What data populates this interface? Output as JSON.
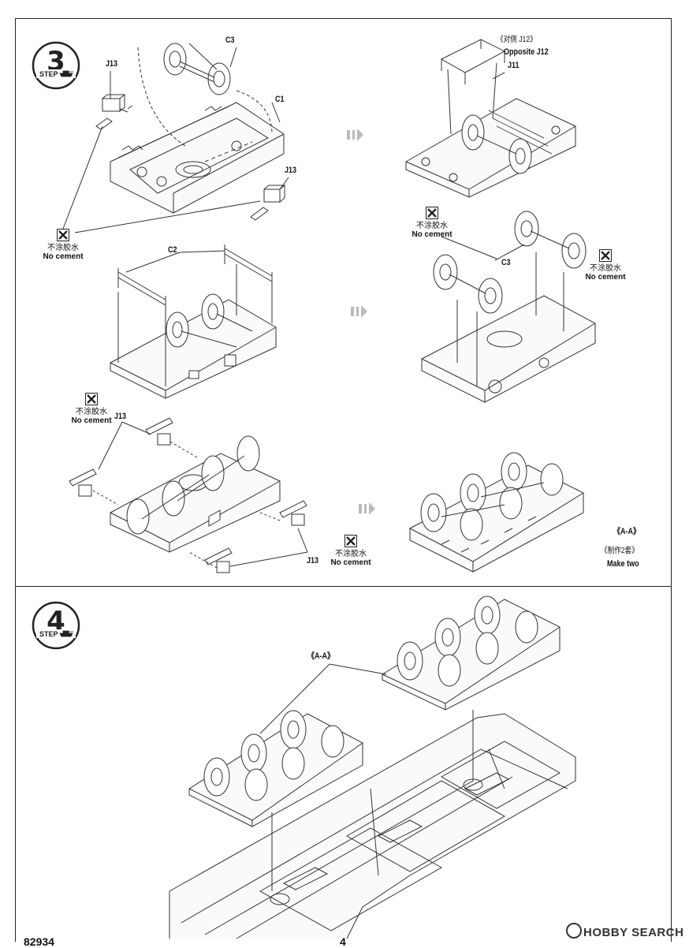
{
  "page": {
    "product_code": "82934",
    "page_number": "4",
    "watermark": "HOBBY SEARCH"
  },
  "step3": {
    "step_word": "STEP",
    "step_number": "3",
    "labels": {
      "c3_top": "C3",
      "c1": "C1",
      "j13_a": "J13",
      "j13_b": "J13",
      "c2": "C2",
      "opposite_cn": "《对侧 J12》",
      "opposite_en": "Opposite J12",
      "j11": "J11",
      "c3_right": "C3",
      "j13_c": "J13",
      "j13_d": "J13",
      "aa": "《A-A》",
      "make_two_cn": "《制作2套》",
      "make_two_en": "Make two"
    },
    "no_cement": [
      {
        "cn": "不涂胶水",
        "en": "No cement"
      },
      {
        "cn": "不涂胶水",
        "en": "No cement"
      },
      {
        "cn": "不涂胶水",
        "en": "No cement"
      },
      {
        "cn": "不涂胶水",
        "en": "No cement"
      },
      {
        "cn": "不涂胶水",
        "en": "No cement"
      }
    ]
  },
  "step4": {
    "step_word": "STEP",
    "step_number": "4",
    "labels": {
      "aa": "《A-A》"
    }
  }
}
